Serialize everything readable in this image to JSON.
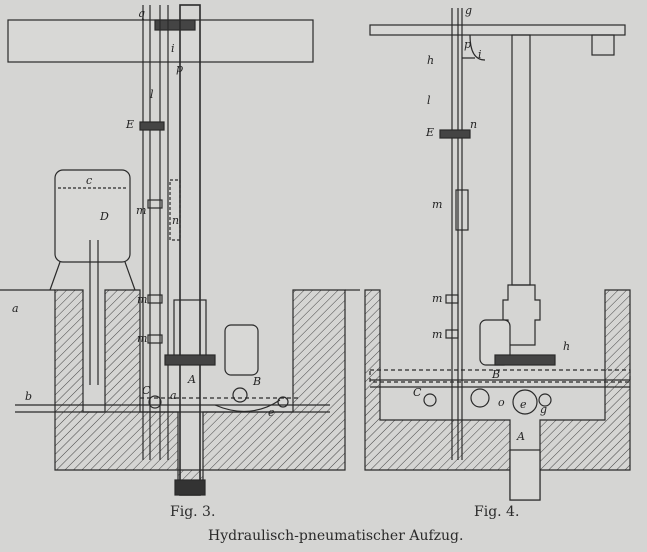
{
  "figures": [
    {
      "caption": "Fig. 3.",
      "labels": {
        "q": "q",
        "i": "i",
        "p": "p",
        "l": "l",
        "E": "E",
        "c": "c",
        "D": "D",
        "m1": "m",
        "n": "n",
        "m2": "m",
        "m3": "m",
        "a_small": "a",
        "b": "b",
        "C": "C",
        "a": "a",
        "A": "A",
        "B": "B",
        "e": "e"
      }
    },
    {
      "caption": "Fig. 4.",
      "labels": {
        "g": "g",
        "i": "i",
        "h": "h",
        "p": "p",
        "l": "l",
        "E": "E",
        "n": "n",
        "m1": "m",
        "m2": "m",
        "m3": "m",
        "B": "B",
        "C": "C",
        "e": "e",
        "o": "o",
        "g2": "g",
        "h2": "h",
        "A": "A"
      }
    }
  ],
  "title": "Hydraulisch-pneumatischer Aufzug."
}
